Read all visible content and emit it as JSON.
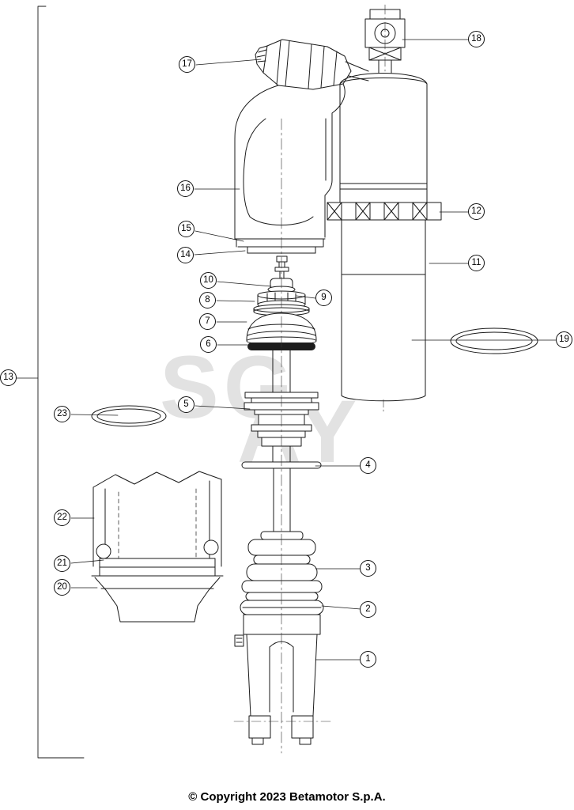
{
  "watermark": {
    "line1": "SG",
    "line2": "AY"
  },
  "footer": {
    "copyright": "© Copyright 2023 Betamotor S.p.A."
  },
  "callouts": {
    "c1": {
      "label": "1"
    },
    "c2": {
      "label": "2"
    },
    "c3": {
      "label": "3"
    },
    "c4": {
      "label": "4"
    },
    "c5": {
      "label": "5"
    },
    "c6": {
      "label": "6"
    },
    "c7": {
      "label": "7"
    },
    "c8": {
      "label": "8"
    },
    "c9": {
      "label": "9"
    },
    "c10": {
      "label": "10"
    },
    "c11": {
      "label": "11"
    },
    "c12": {
      "label": "12"
    },
    "c13": {
      "label": "13"
    },
    "c14": {
      "label": "14"
    },
    "c15": {
      "label": "15"
    },
    "c16": {
      "label": "16"
    },
    "c17": {
      "label": "17"
    },
    "c18": {
      "label": "18"
    },
    "c19": {
      "label": "19"
    },
    "c20": {
      "label": "20"
    },
    "c21": {
      "label": "21"
    },
    "c22": {
      "label": "22"
    },
    "c23": {
      "label": "23"
    }
  }
}
